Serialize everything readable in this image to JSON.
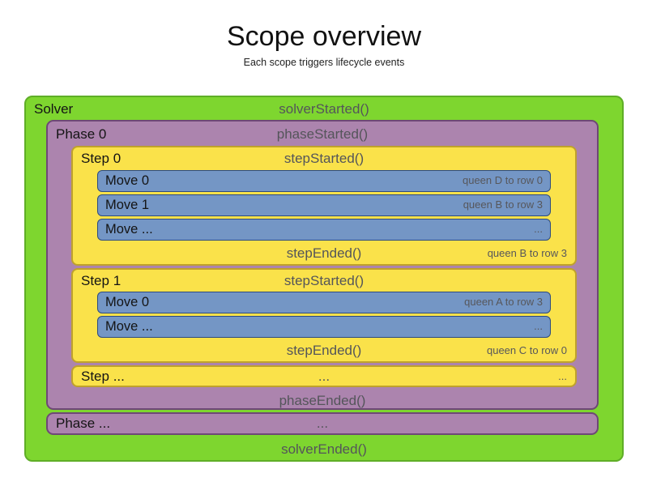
{
  "title": "Scope overview",
  "subtitle": "Each scope triggers lifecycle events",
  "colors": {
    "solver_fill": "#7ED62F",
    "phase_fill": "#AC84AE",
    "step_fill": "#FAE24A",
    "move_fill": "#7496C5",
    "event_text": "#54555A",
    "scope_text": "#141414"
  },
  "solver": {
    "label": "Solver",
    "started_event": "solverStarted()",
    "ended_event": "solverEnded()",
    "phases": [
      {
        "label": "Phase 0",
        "started_event": "phaseStarted()",
        "ended_event": "phaseEnded()",
        "steps": [
          {
            "label": "Step 0",
            "started_event": "stepStarted()",
            "ended_event": "stepEnded()",
            "ended_annotation": "queen B to row 3",
            "moves": [
              {
                "label": "Move 0",
                "annotation": "queen D to row 0"
              },
              {
                "label": "Move 1",
                "annotation": "queen B to row 3"
              },
              {
                "label": "Move ...",
                "annotation": "..."
              }
            ]
          },
          {
            "label": "Step 1",
            "started_event": "stepStarted()",
            "ended_event": "stepEnded()",
            "ended_annotation": "queen C to row 0",
            "moves": [
              {
                "label": "Move 0",
                "annotation": "queen A to row 3"
              },
              {
                "label": "Move ...",
                "annotation": "..."
              }
            ]
          },
          {
            "label": "Step ...",
            "center_text": "...",
            "right_text": "..."
          }
        ]
      },
      {
        "label": "Phase ...",
        "center_text": "..."
      }
    ]
  }
}
